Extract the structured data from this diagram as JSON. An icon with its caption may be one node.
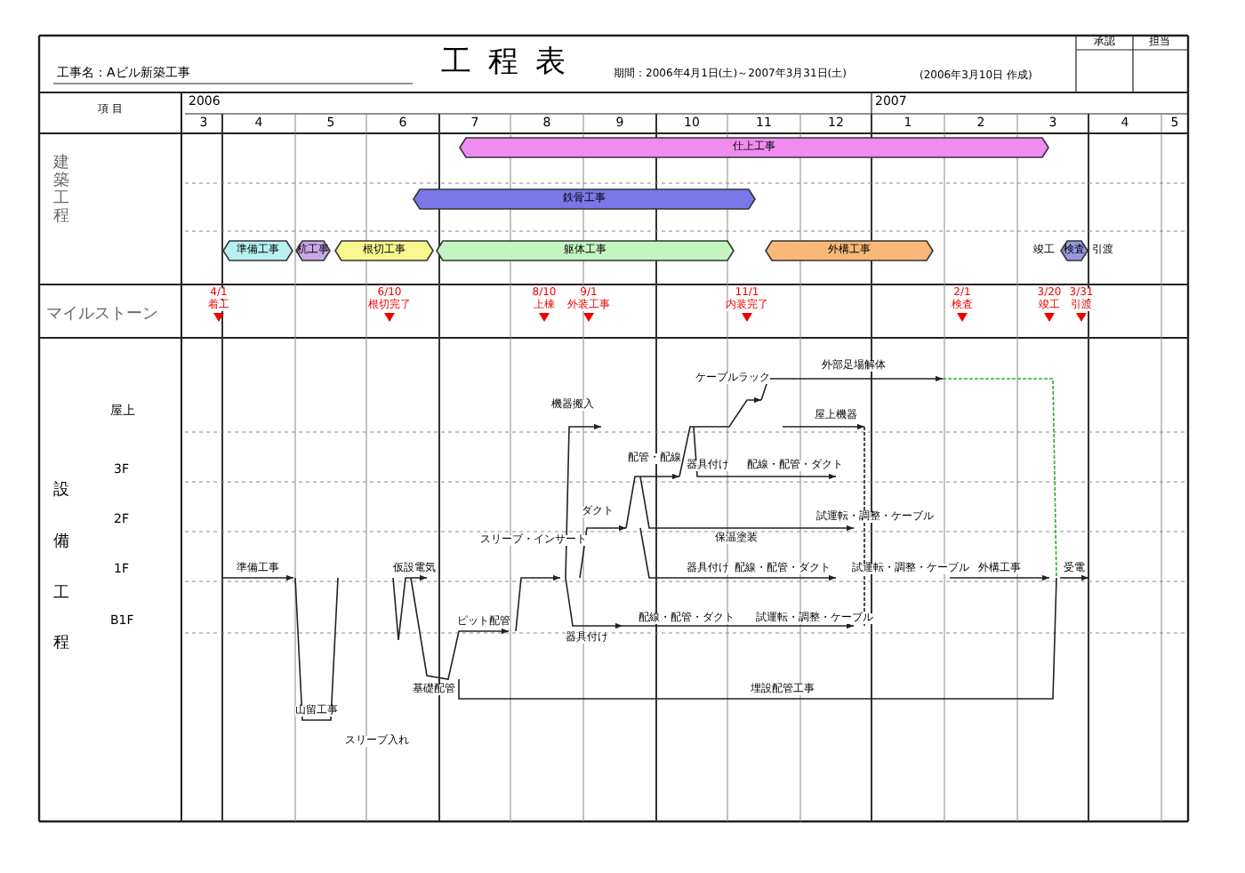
{
  "diagram": {
    "title": "工 程 表",
    "nodes": [
      {
        "text": [
          "仕上工事"
        ]
      },
      {
        "text": [
          "鉄骨工事"
        ]
      },
      {
        "text": [
          "準備工事"
        ]
      },
      {
        "text": [
          "杭工事"
        ]
      },
      {
        "text": [
          "根切工事"
        ]
      },
      {
        "text": [
          "躯体工事"
        ]
      },
      {
        "text": [
          "外構工事"
        ]
      },
      {
        "text": [
          "検査"
        ],
        "beside": [
          "竣工",
          "引渡"
        ]
      }
    ],
    "labels": [
      "工事名：Aビル新築工事",
      "期間：2006年4月1日(土)～2007年3月31日(土)",
      "(2006年3月10日 作成)",
      "承認",
      "担当",
      "項 目",
      "2006",
      "2007",
      "3",
      "4",
      "5",
      "6",
      "7",
      "8",
      "9",
      "10",
      "11",
      "12",
      "1",
      "2",
      "3",
      "4",
      "5",
      "建築工程",
      "マイルストーン",
      "4/1",
      "着工",
      "6/10",
      "根切完了",
      "8/10",
      "上棟",
      "9/1",
      "外装工事",
      "11/1",
      "内装完了",
      "2/1",
      "検査",
      "3/20",
      "竣工",
      "3/31",
      "引渡",
      "設備工程",
      "屋上",
      "3F",
      "2F",
      "1F",
      "B1F",
      "準備工事",
      "山留工事",
      "スリーブ入れ",
      "仮設電気",
      "基礎配管",
      "ピット配管",
      "スリーブ・インサート",
      "機器搬入",
      "ダクト",
      "配管・配線",
      "ケーブルラック",
      "外部足場解体",
      "屋上機器",
      "器具付け",
      "配線・配管・ダクト",
      "保温塗装",
      "試運転・調整・ケーブル",
      "器具付け",
      "配線・配管・ダクト",
      "試運転・調整・ケーブル",
      "器具付け",
      "配線・配管・ダクト",
      "試運転・調整・ケーブル",
      "外構工事",
      "受電",
      "埋設配管工事"
    ]
  }
}
